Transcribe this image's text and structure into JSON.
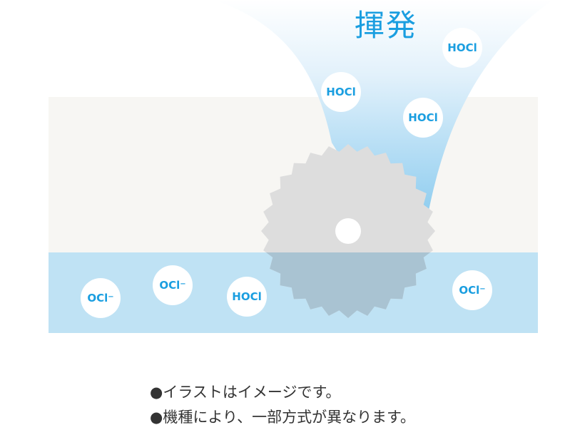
{
  "diagram": {
    "title": "揮発",
    "molecules": [
      {
        "id": "hocl-top-right",
        "label": "HOCl",
        "sup": ""
      },
      {
        "id": "hocl-left",
        "label": "HOCl",
        "sup": ""
      },
      {
        "id": "hocl-middle",
        "label": "HOCl",
        "sup": ""
      },
      {
        "id": "ocl-1",
        "label": "OCl",
        "sup": "−"
      },
      {
        "id": "ocl-2",
        "label": "OCl",
        "sup": "−"
      },
      {
        "id": "hocl-water",
        "label": "HOCl",
        "sup": ""
      },
      {
        "id": "ocl-3",
        "label": "OCl",
        "sup": "−"
      }
    ]
  },
  "notes": [
    "●イラストはイメージです。",
    "●機種により、一部方式が異なります。"
  ],
  "colors": {
    "accent_blue": "#1a9ee0",
    "water": "#bfe2f4",
    "panel": "#f7f6f3",
    "gear": "#dddddd",
    "gear_submerged": "#a9c3d2"
  }
}
